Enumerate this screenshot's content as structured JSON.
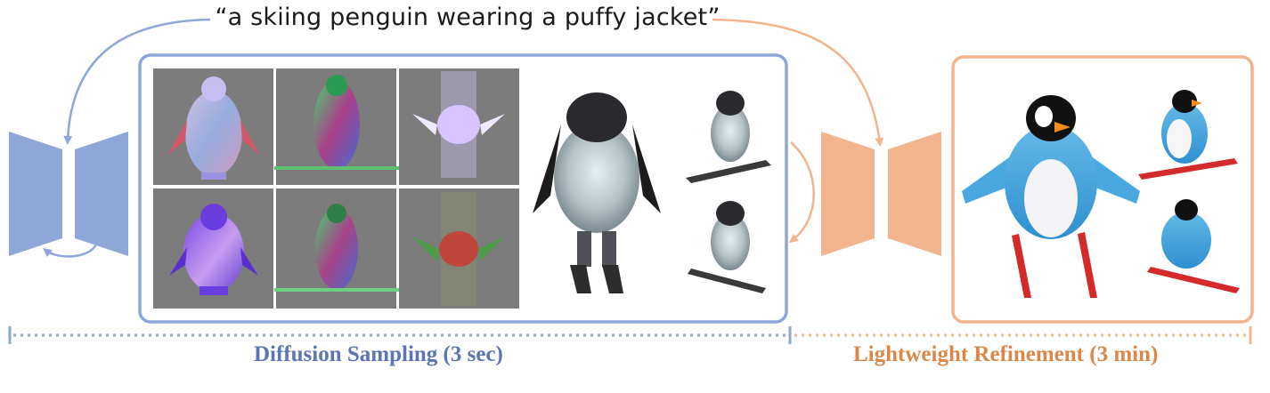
{
  "prompt": "“a skiing penguin wearing a puffy jacket”",
  "stages": {
    "diffusion": {
      "label": "Diffusion Sampling (3 sec)",
      "color": "#8ea6d8"
    },
    "refinement": {
      "label": "Lightweight Refinement (3 min)",
      "color": "#f2b48c"
    }
  },
  "triplane_grid": {
    "rows": 2,
    "cols": 3,
    "background": "#7c7c7c"
  },
  "icons": [
    "diffusion-network-icon",
    "refinement-network-icon"
  ]
}
